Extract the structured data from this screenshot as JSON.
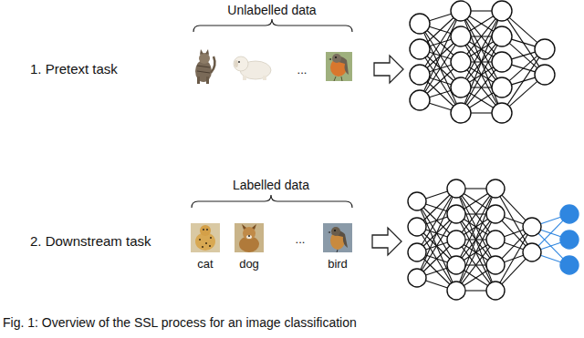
{
  "diagram": {
    "caption": "Fig. 1: Overview of the SSL process for an image classification",
    "labels": [
      "Unlabelled data",
      "1. Pretext task",
      "...",
      "Labelled data",
      "2. Downstream task",
      "...",
      "cat",
      "dog",
      "bird"
    ]
  }
}
